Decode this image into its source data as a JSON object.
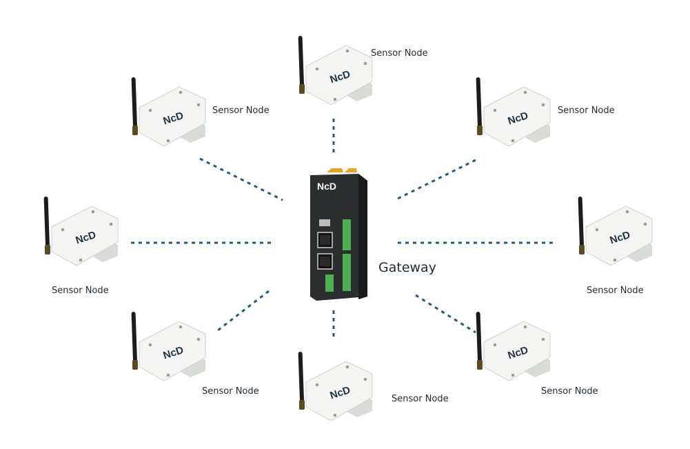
{
  "diagram": {
    "gateway_label": "Gateway",
    "logo_text": "NcD",
    "node_label": "Sensor Node",
    "colors": {
      "link": "#1b5e7a",
      "gateway_body": "#2b2d2f",
      "gateway_top": "#e8a422",
      "gateway_terminal": "#4caf50",
      "node_body": "#f4f4f2",
      "node_shadow": "#d9dbd9",
      "antenna": "#1c1c1c",
      "logo": "#1f3344"
    }
  }
}
